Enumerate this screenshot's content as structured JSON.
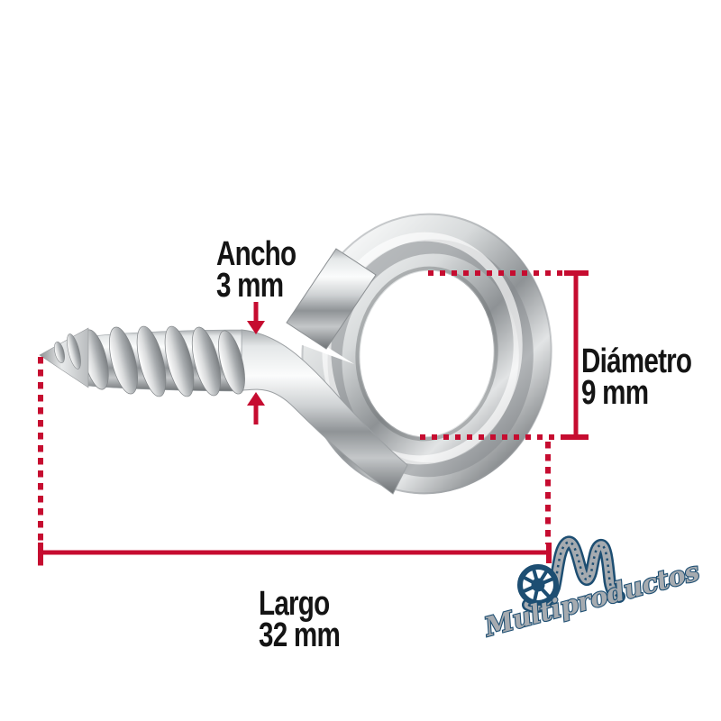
{
  "annotations": {
    "width": {
      "label": "Ancho",
      "value": "3 mm"
    },
    "diameter": {
      "label": "Diámetro",
      "value": "9 mm"
    },
    "length": {
      "label": "Largo",
      "value": "32 mm"
    }
  },
  "logo": {
    "brand": "Multiproductos",
    "monogram": "M"
  },
  "colors": {
    "dimension": "#c60c30",
    "text": "#141414",
    "logo_blue": "#1d4e72",
    "logo_gray": "#a6abb0",
    "background": "#ffffff"
  }
}
